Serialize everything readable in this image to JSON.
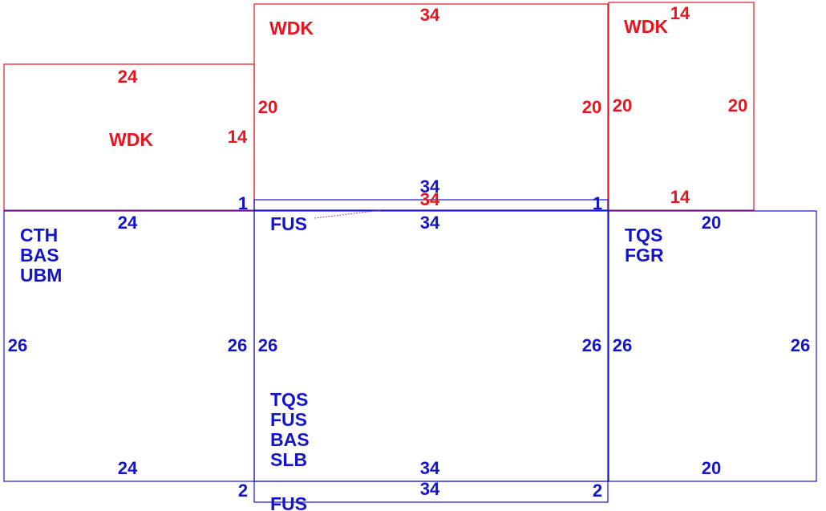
{
  "colors": {
    "red": "#e8141e",
    "blue": "#1414cc",
    "connector": "#a040a0"
  },
  "upper_zones": {
    "left": {
      "label": "WDK",
      "dim_top": "24",
      "dim_right": "14"
    },
    "center": {
      "label": "WDK",
      "dim_top": "34",
      "dim_left": "20",
      "dim_right": "20",
      "dim_bottom": "34"
    },
    "right": {
      "label": "WDK",
      "dim_top": "14",
      "dim_left": "20",
      "dim_right": "20",
      "dim_bottom": "14"
    }
  },
  "lower_zones": {
    "left": {
      "labels": [
        "CTH",
        "BAS",
        "UBM"
      ],
      "dim_top": "24",
      "dim_left": "26",
      "dim_right": "26",
      "dim_bottom": "24"
    },
    "center": {
      "labels_top": [
        "FUS"
      ],
      "labels_bottom": [
        "TQS",
        "FUS",
        "BAS",
        "SLB"
      ],
      "dim_top": "34",
      "dim_left": "26",
      "dim_right": "26",
      "dim_bottom": "34"
    },
    "right": {
      "labels": [
        "TQS",
        "FGR"
      ],
      "dim_top": "20",
      "dim_left": "26",
      "dim_right": "26",
      "dim_bottom": "20"
    }
  },
  "strips": {
    "top": {
      "dim_left": "1",
      "dim_top": "34",
      "dim_right": "1"
    },
    "bottom": {
      "label": "FUS",
      "dim_left": "2",
      "dim_top": "34",
      "dim_right": "2"
    }
  }
}
